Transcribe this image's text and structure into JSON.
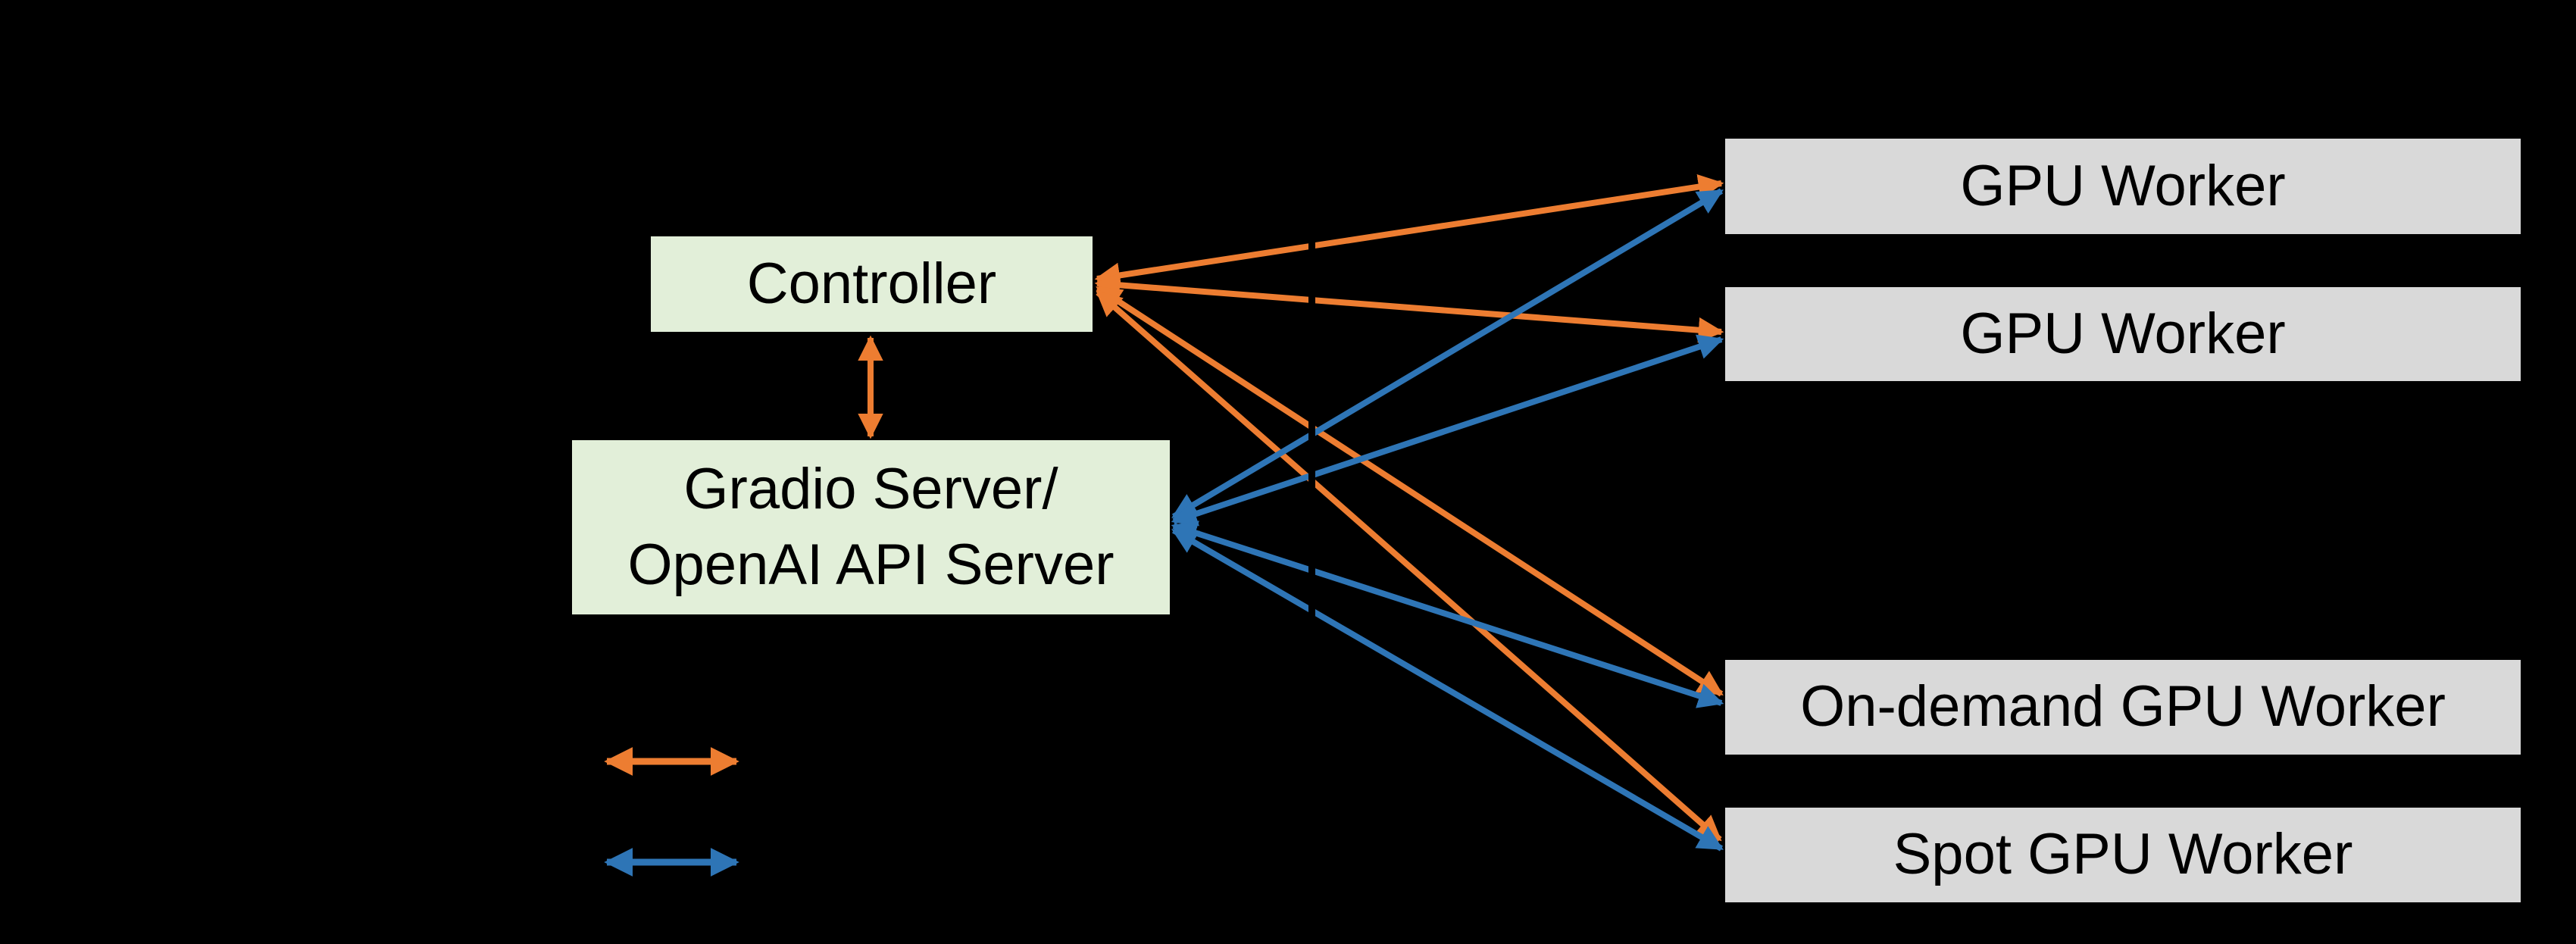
{
  "diagram": {
    "nodes": {
      "controller": {
        "label": "Controller"
      },
      "api_server": {
        "label_line1": "Gradio Server/",
        "label_line2": "OpenAI API Server"
      },
      "workers": [
        {
          "label": "GPU Worker"
        },
        {
          "label": "GPU Worker"
        },
        {
          "label": "On-demand GPU Worker"
        },
        {
          "label": "Spot GPU Worker"
        }
      ]
    },
    "edges": [
      {
        "from": "Controller",
        "to": "Gradio Server/OpenAI API Server",
        "style": "orange-double-arrow"
      },
      {
        "from": "Controller",
        "to": "GPU Worker (1)",
        "style": "orange-double-arrow"
      },
      {
        "from": "Controller",
        "to": "GPU Worker (2)",
        "style": "orange-double-arrow"
      },
      {
        "from": "Controller",
        "to": "On-demand GPU Worker",
        "style": "orange-double-arrow"
      },
      {
        "from": "Controller",
        "to": "Spot GPU Worker",
        "style": "orange-double-arrow"
      },
      {
        "from": "Gradio Server/OpenAI API Server",
        "to": "GPU Worker (1)",
        "style": "blue-double-arrow"
      },
      {
        "from": "Gradio Server/OpenAI API Server",
        "to": "GPU Worker (2)",
        "style": "blue-double-arrow"
      },
      {
        "from": "Gradio Server/OpenAI API Server",
        "to": "On-demand GPU Worker",
        "style": "blue-double-arrow"
      },
      {
        "from": "Gradio Server/OpenAI API Server",
        "to": "Spot GPU Worker",
        "style": "blue-double-arrow"
      }
    ],
    "divider": {
      "symbol": "vertical-divider-gap",
      "description": "vertical break crossing all connector lines"
    },
    "legend": {
      "items": [
        {
          "symbol": "double-arrow",
          "color": "#ED7D31"
        },
        {
          "symbol": "double-arrow",
          "color": "#2E75B6"
        }
      ]
    },
    "colors": {
      "background": "#000000",
      "node_green": "#E2EFD9",
      "node_gray": "#D9D9D9",
      "arrow_orange": "#ED7D31",
      "arrow_blue": "#2E75B6",
      "text": "#000000"
    }
  }
}
